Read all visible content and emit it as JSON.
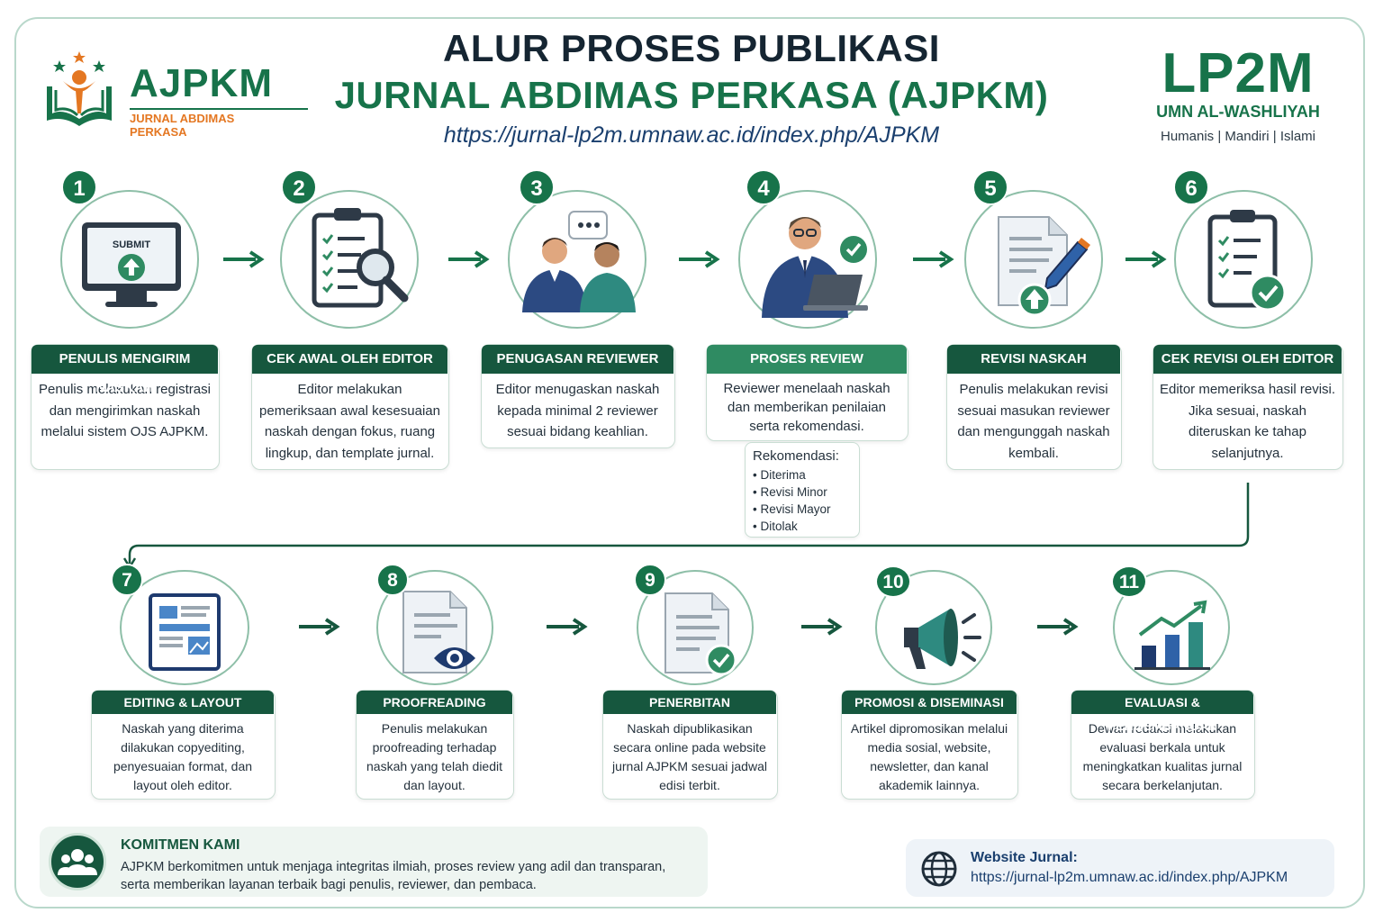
{
  "header": {
    "title_line1": "ALUR PROSES PUBLIKASI",
    "title_line2": "JURNAL ABDIMAS PERKASA (AJPKM)",
    "url": "https://jurnal-lp2m.umnaw.ac.id/index.php/AJPKM"
  },
  "logo_left": {
    "name": "AJPKM",
    "subtitle": "JURNAL ABDIMAS PERKASA"
  },
  "logo_right": {
    "name": "LP2M",
    "institution": "UMN AL-WASHLIYAH",
    "tagline": "Humanis | Mandiri | Islami"
  },
  "colors": {
    "primary_green": "#17734a",
    "dark_green": "#16573e",
    "orange": "#e47722",
    "navy": "#1a3f6e"
  },
  "steps": [
    {
      "number": "1",
      "icon": "monitor-submit-icon",
      "icon_text": "SUBMIT",
      "title": "PENULIS MENGIRIM NASKAH",
      "description": "Penulis melakukan registrasi dan mengirimkan naskah melalui sistem OJS AJPKM."
    },
    {
      "number": "2",
      "icon": "clipboard-magnifier-icon",
      "title": "CEK AWAL OLEH EDITOR",
      "description": "Editor melakukan pemeriksaan awal kesesuaian naskah dengan fokus, ruang lingkup, dan template jurnal."
    },
    {
      "number": "3",
      "icon": "two-people-discussion-icon",
      "title": "PENUGASAN REVIEWER",
      "description": "Editor menugaskan naskah kepada minimal 2 reviewer sesuai bidang keahlian."
    },
    {
      "number": "4",
      "icon": "reviewer-laptop-icon",
      "title": "PROSES REVIEW",
      "description": "Reviewer menelaah naskah dan memberikan penilaian serta rekomendasi."
    },
    {
      "number": "5",
      "icon": "document-pencil-upload-icon",
      "title": "REVISI NASKAH",
      "description": "Penulis melakukan revisi sesuai masukan reviewer dan mengunggah naskah kembali."
    },
    {
      "number": "6",
      "icon": "clipboard-check-icon",
      "title": "CEK REVISI OLEH EDITOR",
      "description": "Editor memeriksa hasil revisi. Jika sesuai, naskah diteruskan ke tahap selanjutnya."
    },
    {
      "number": "7",
      "icon": "layout-document-icon",
      "title": "EDITING & LAYOUT",
      "description": "Naskah yang diterima dilakukan copyediting, penyesuaian format, dan layout oleh editor."
    },
    {
      "number": "8",
      "icon": "document-eye-icon",
      "title": "PROOFREADING",
      "description": "Penulis melakukan proofreading terhadap naskah yang telah diedit dan layout."
    },
    {
      "number": "9",
      "icon": "document-check-icon",
      "title": "PENERBITAN",
      "description": "Naskah dipublikasikan secara online pada website jurnal AJPKM sesuai jadwal edisi terbit."
    },
    {
      "number": "10",
      "icon": "megaphone-icon",
      "title": "PROMOSI & DISEMINASI",
      "description": "Artikel dipromosikan melalui media sosial, website, newsletter, dan kanal akademik lainnya."
    },
    {
      "number": "11",
      "icon": "bar-chart-growth-icon",
      "title": "EVALUASI & PENGEMBANGAN",
      "description": "Dewan redaksi melakukan evaluasi berkala untuk meningkatkan kualitas jurnal secara berkelanjutan."
    }
  ],
  "recommendation": {
    "title": "Rekomendasi:",
    "items": [
      "Diterima",
      "Revisi Minor",
      "Revisi Mayor",
      "Ditolak"
    ]
  },
  "commitment": {
    "title": "KOMITMEN KAMI",
    "text_line1": "AJPKM berkomitmen untuk menjaga integritas ilmiah, proses review yang adil dan transparan,",
    "text_line2": "serta memberikan layanan terbaik bagi penulis, reviewer, dan pembaca."
  },
  "website": {
    "label": "Website Jurnal:",
    "url": "https://jurnal-lp2m.umnaw.ac.id/index.php/AJPKM"
  }
}
